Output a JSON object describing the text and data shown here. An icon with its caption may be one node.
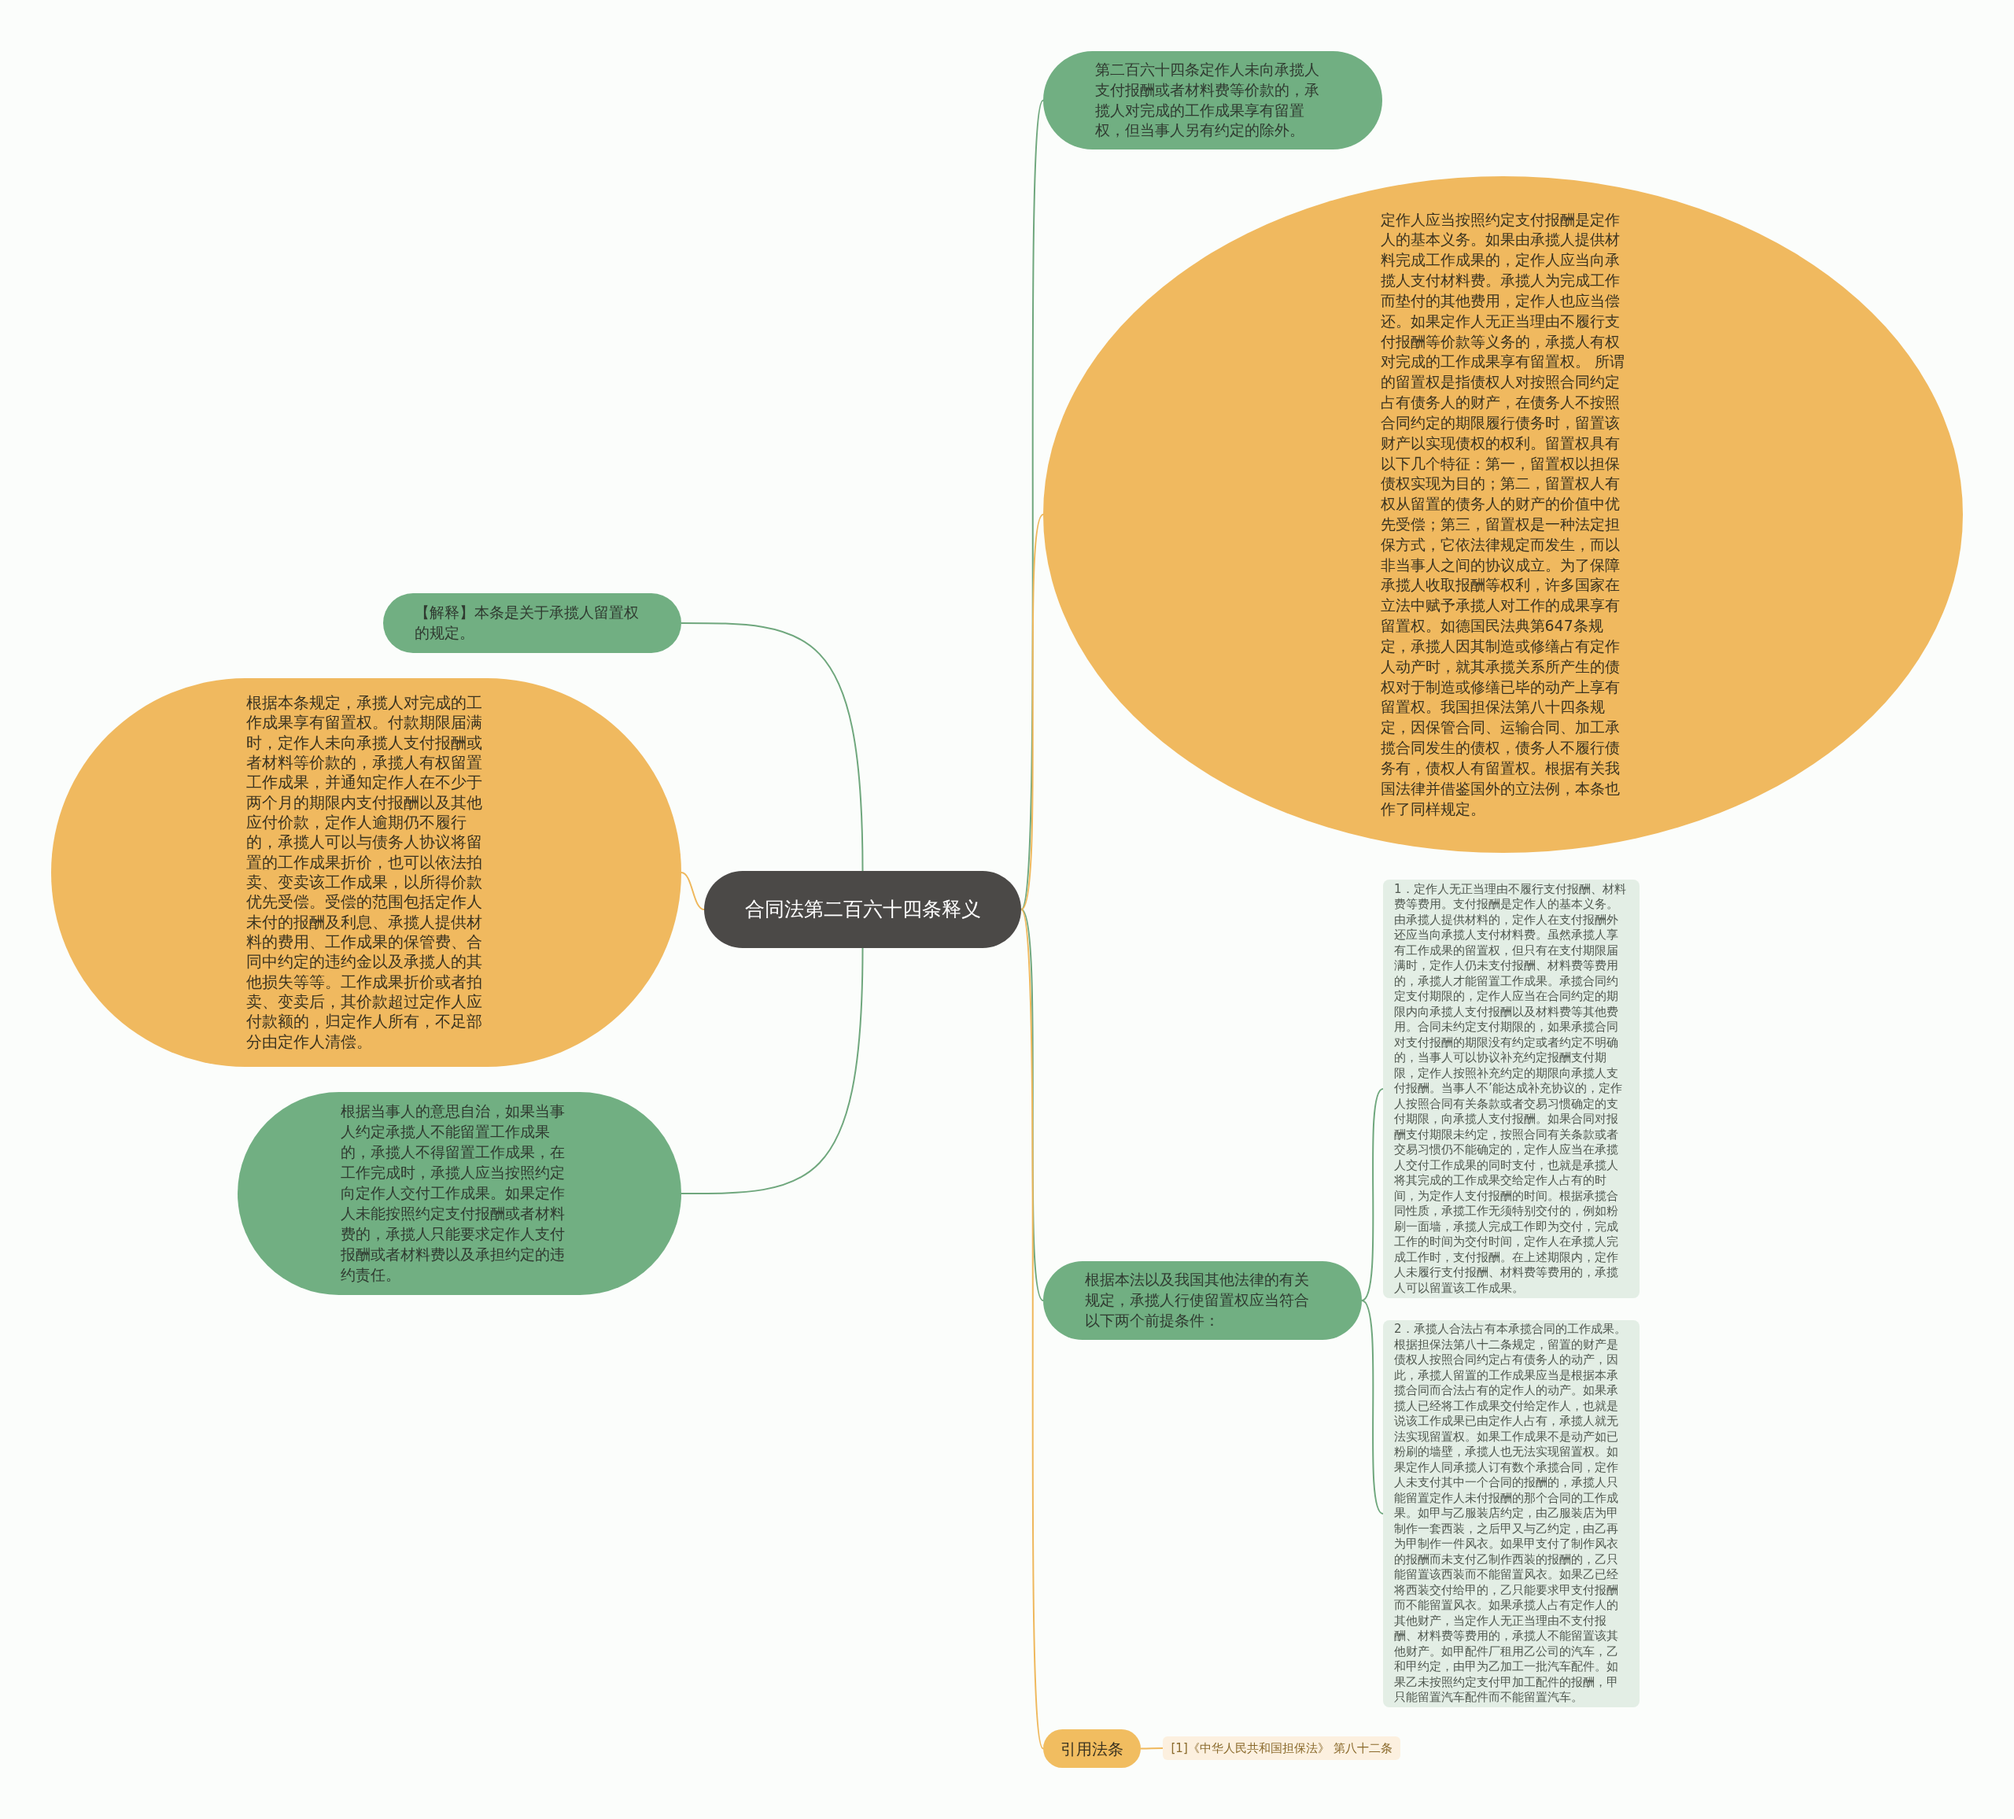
{
  "diagram": {
    "nodes": [
      {
        "text": [
          "合同法第二百六十四条释义"
        ]
      },
      {
        "text": [
          "第二百六十四条定作人未向承揽人支付报酬或者材料费等价款的，承揽人对完成的工作成果享有留置权，但当事人另有约定的除外。"
        ]
      },
      {
        "text": [
          "定作人应当按照约定支付报酬是定作人的基本义务。如果由承揽人提供材料完成工作成果的，定作人应当向承揽人支付材料费。承揽人为完成工作而垫付的其他费用，定作人也应当偿还。如果定作人无正当理由不履行支付报酬等价款等义务的，承揽人有权对完成的工作成果享有留置权。  所谓的留置权是指债权人对按照合同约定占有债务人的财产，在债务人不按照合同约定的期限履行债务时，留置该财产以实现债权的权利。留置权具有以下几个特征：第一，留置权以担保债权实现为目的；第二，留置权人有权从留置的债务人的财产的价值中优先受偿；第三，留置权是一种法定担保方式，它依法律规定而发生，而以非当事人之间的协议成立。为了保障承揽人收取报酬等权利，许多国家在立法中赋予承揽人对工作的成果享有留置权。如德国民法典第647条规定，承揽人因其制造或修缮占有定作人动产时，就其承揽关系所产生的债权对于制造或修缮已毕的动产上享有留置权。我国担保法第八十四条规定，因保管合同、运输合同、加工承揽合同发生的债权，债务人不履行债务有，债权人有留置权。根据有关我国法律并借鉴国外的立法例，本条也作了同样规定。"
        ]
      },
      {
        "text": [
          "【解释】本条是关于承揽人留置权的规定。"
        ]
      },
      {
        "text": [
          "根据本条规定，承揽人对完成的工作成果享有留置权。付款期限届满时，定作人未向承揽人支付报酬或者材料等价款的，承揽人有权留置工作成果，并通知定作人在不少于两个月的期限内支付报酬以及其他应付价款，定作人逾期仍不履行的，承揽人可以与债务人协议将留置的工作成果折价，也可以依法拍卖、变卖该工作成果，以所得价款优先受偿。受偿的范围包括定作人未付的报酬及利息、承揽人提供材料的费用、工作成果的保管费、合同中约定的违约金以及承揽人的其他损失等等。工作成果折价或者拍卖、变卖后，其价款超过定作人应付款额的，归定作人所有，不足部分由定作人清偿。"
        ]
      },
      {
        "text": [
          "根据当事人的意思自治，如果当事人约定承揽人不能留置工作成果的，承揽人不得留置工作成果，在工作完成时，承揽人应当按照约定向定作人交付工作成果。如果定作人未能按照约定支付报酬或者材料费的，承揽人只能要求定作人支付报酬或者材料费以及承担约定的违约责任。"
        ]
      },
      {
        "text": [
          "根据本法以及我国其他法律的有关规定，承揽人行使留置权应当符合以下两个前提条件："
        ]
      },
      {
        "text": [
          "1．定作人无正当理由不履行支付报酬、材料费等费用。支付报酬是定作人的基本义务。由承揽人提供材料的，定作人在支付报酬外还应当向承揽人支付材料费。虽然承揽人享有工作成果的留置权，但只有在支付期限届满时，定作人仍未支付报酬、材料费等费用的，承揽人才能留置工作成果。承揽合同约定支付期限的，定作人应当在合同约定的期限内向承揽人支付报酬以及材料费等其他费用。合同未约定支付期限的，如果承揽合同对支付报酬的期限没有约定或者约定不明确的，当事人可以协议补充约定报酬支付期限，定作人按照补充约定的期限向承揽人支付报酬。当事人不’能达成补充协议的，定作人按照合同有关条款或者交易习惯确定的支付期限，向承揽人支付报酬。如果合同对报酬支付期限未约定，按照合同有关条款或者交易习惯仍不能确定的，定作人应当在承揽人交付工作成果的同时支付，也就是承揽人将其完成的工作成果交给定作人占有的时间，为定作人支付报酬的时间。根据承揽合同性质，承揽工作无须特别交付的，例如粉刷一面墙，承揽人完成工作即为交付，完成工作的时间为交付时间，定作人在承揽人完成工作时，支付报酬。在上述期限内，定作人未履行支付报酬、材料费等费用的，承揽人可以留置该工作成果。"
        ]
      },
      {
        "text": [
          "2．承揽人合法占有本承揽合同的工作成果。根据担保法第八十二条规定，留置的财产是债权人按照合同约定占有债务人的动产，因此，承揽人留置的工作成果应当是根据本承揽合同而合法占有的定作人的动产。如果承揽人已经将工作成果交付给定作人，也就是说该工作成果已由定作人占有，承揽人就无法实现留置权。如果工作成果不是动产如已粉刷的墙壁，承揽人也无法实现留置权。如果定作人同承揽人订有数个承揽合同，定作人未支付其中一个合同的报酬的，承揽人只能留置定作人未付报酬的那个合同的工作成果。如甲与乙服装店约定，由乙服装店为甲制作一套西装，之后甲又与乙约定，由乙再为甲制作一件风衣。如果甲支付了制作风衣的报酬而未支付乙制作西装的报酬的，乙只能留置该西装而不能留置风衣。如果乙已经将西装交付给甲的，乙只能要求甲支付报酬而不能留置风衣。如果承揽人占有定作人的其他财产，当定作人无正当理由不支付报酬、材料费等费用的，承揽人不能留置该其他财产。如甲配件厂租用乙公司的汽车，乙和甲约定，由甲为乙加工一批汽车配件。如果乙未按照约定支付甲加工配件的报酬，甲只能留置汽车配件而不能留置汽车。"
        ]
      },
      {
        "text": [
          "引用法条"
        ]
      },
      {
        "text": [
          "[1]《中华人民共和国担保法》 第八十二条"
        ]
      }
    ],
    "edges": [
      {
        "from": 0,
        "to": 1,
        "arrow": "none"
      },
      {
        "from": 0,
        "to": 2,
        "arrow": "none",
        "color": "#efb85c"
      },
      {
        "from": 0,
        "to": 3,
        "arrow": "none"
      },
      {
        "from": 0,
        "to": 4,
        "arrow": "none",
        "color": "#efb85c"
      },
      {
        "from": 0,
        "to": 5,
        "arrow": "none"
      },
      {
        "from": 0,
        "to": 6,
        "arrow": "none"
      },
      {
        "from": 6,
        "to": 7,
        "arrow": "none"
      },
      {
        "from": 6,
        "to": 8,
        "arrow": "none"
      },
      {
        "from": 0,
        "to": 9,
        "arrow": "none",
        "color": "#efb85c"
      },
      {
        "from": 9,
        "to": 10,
        "arrow": "none",
        "color": "#efb85c"
      }
    ]
  }
}
